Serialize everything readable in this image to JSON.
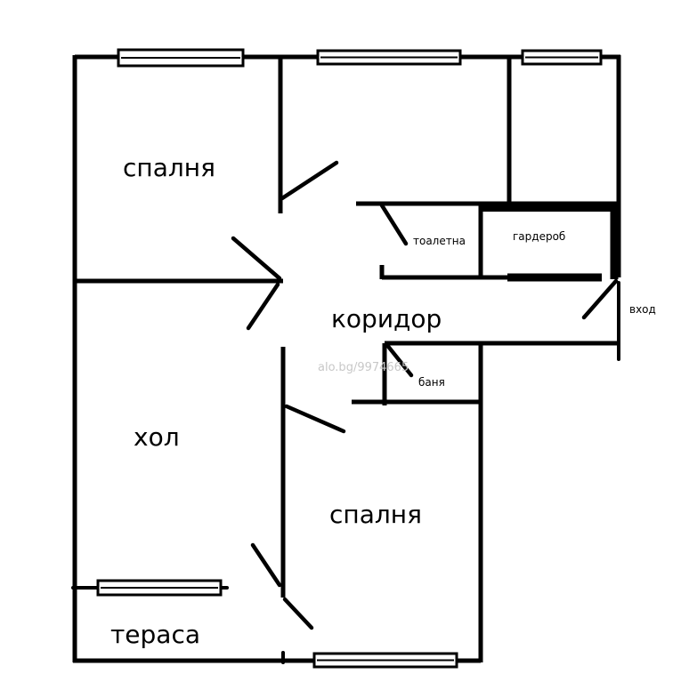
{
  "rooms": {
    "bedroom_top": "спалня",
    "living_room": "хол",
    "corridor": "коридор",
    "bedroom_bottom": "спалня",
    "terrace": "тераса",
    "toilet": "тоалетна",
    "wardrobe": "гардероб",
    "bathroom": "баня",
    "entrance": "вход"
  },
  "watermark": "alo.bg/9974665",
  "colors": {
    "line": "#000000",
    "background": "#ffffff",
    "watermark": "#c8c8c8"
  }
}
